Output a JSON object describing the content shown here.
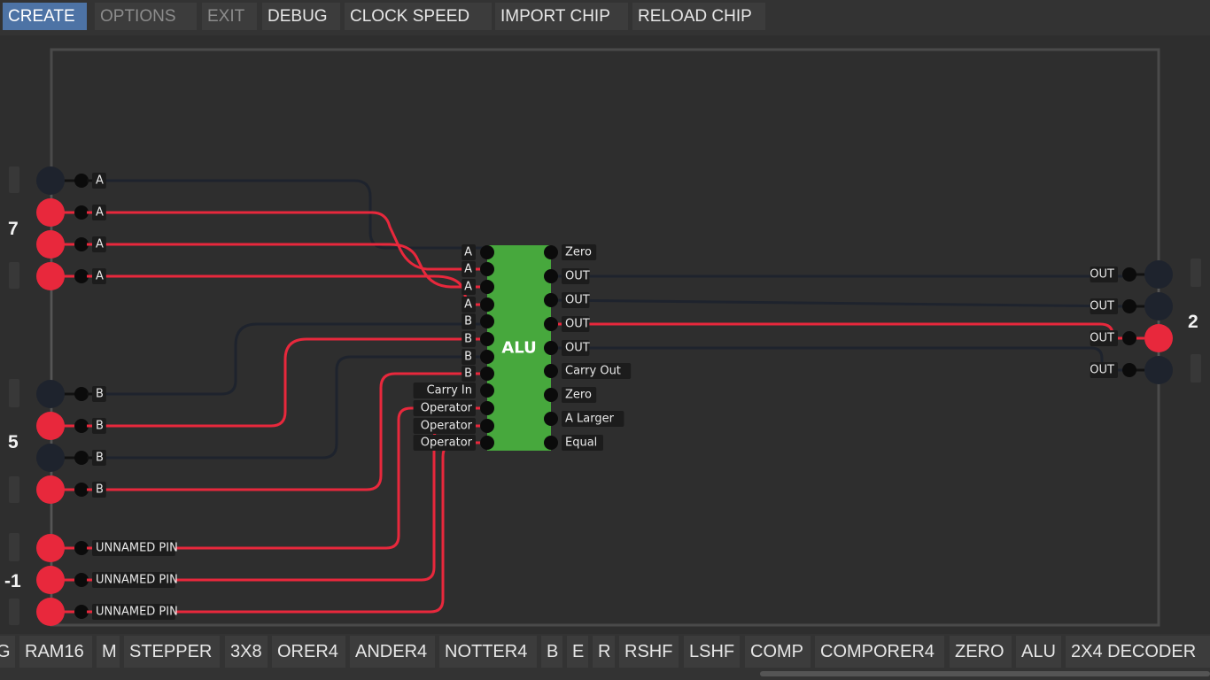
{
  "toolbar": {
    "items": [
      "CREATE",
      "OPTIONS",
      "EXIT",
      "DEBUG",
      "CLOCK SPEED",
      "IMPORT CHIP",
      "RELOAD CHIP"
    ]
  },
  "chipbar": {
    "items": [
      "G",
      "RAM16",
      "M",
      "STEPPER",
      "3X8",
      "ORER4",
      "ANDER4",
      "NOTTER4",
      "B",
      "E",
      "R",
      "RSHF",
      "LSHF",
      "COMP",
      "COMPORER4",
      "ZERO",
      "ALU",
      "2X4 DECODER"
    ]
  },
  "input_groups": [
    {
      "value": "7",
      "pins": [
        {
          "label": "A",
          "on": false
        },
        {
          "label": "A",
          "on": true
        },
        {
          "label": "A",
          "on": true
        },
        {
          "label": "A",
          "on": true
        }
      ]
    },
    {
      "value": "5",
      "pins": [
        {
          "label": "B",
          "on": false
        },
        {
          "label": "B",
          "on": true
        },
        {
          "label": "B",
          "on": false
        },
        {
          "label": "B",
          "on": true
        }
      ]
    },
    {
      "value": "-1",
      "pins": [
        {
          "label": "UNNAMED PIN",
          "on": true
        },
        {
          "label": "UNNAMED PIN",
          "on": true
        },
        {
          "label": "UNNAMED PIN",
          "on": true
        }
      ]
    }
  ],
  "output_group": {
    "value": "2",
    "pins": [
      {
        "label": "OUT",
        "on": false
      },
      {
        "label": "OUT",
        "on": false
      },
      {
        "label": "OUT",
        "on": true
      },
      {
        "label": "OUT",
        "on": false
      }
    ]
  },
  "chip": {
    "name": "ALU",
    "color": "#47a83d",
    "inputs": [
      "A",
      "A",
      "A",
      "A",
      "B",
      "B",
      "B",
      "B",
      "Carry In",
      "Operator",
      "Operator",
      "Operator"
    ],
    "outputs": [
      "Zero",
      "OUT",
      "OUT",
      "OUT",
      "OUT",
      "Carry Out",
      "Zero",
      "A Larger",
      "Equal"
    ]
  },
  "colors": {
    "wire_on": "#e8283c",
    "wire_off": "#1e232d",
    "pin_on": "#e8283c",
    "pin_off": "#1e232d",
    "background": "#2e2e2e"
  }
}
